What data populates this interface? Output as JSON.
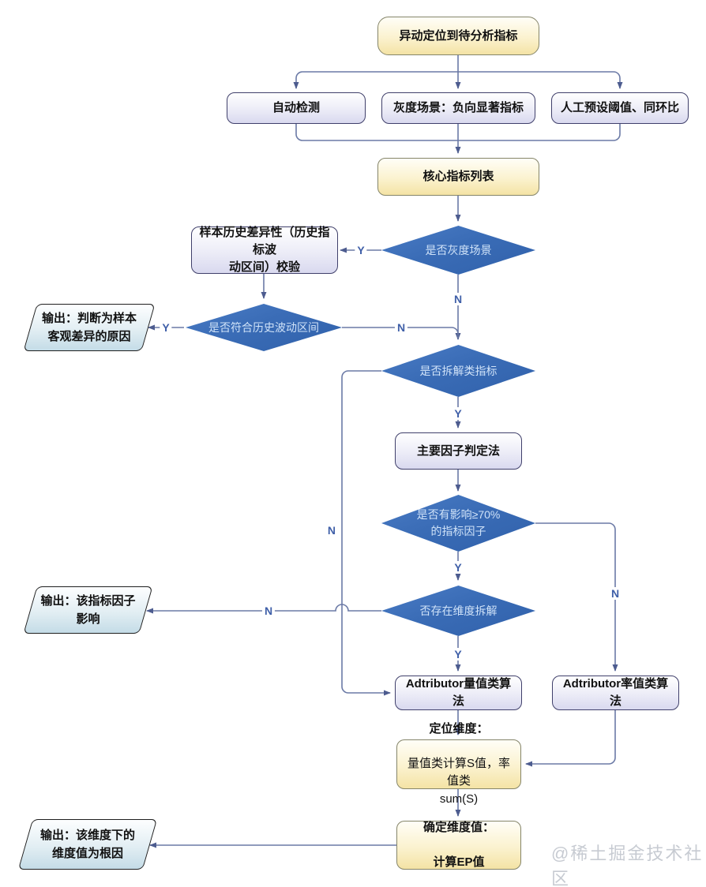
{
  "watermark": "@稀土掘金技术社区",
  "branch": {
    "yes": "Y",
    "no": "N"
  },
  "colors": {
    "diamond_fill": "#3a6cb6",
    "diamond_text": "#cfe2f8",
    "line": "#6b7aa6",
    "arrowhead": "#4d5c8f",
    "yellow_box_fill": "#f4e3a5",
    "yellow_box_border": "#85856a",
    "lavender_box_fill": "#d9d9ef",
    "lavender_box_border": "#40406b",
    "parallelogram_fill": "#c4dce7",
    "branch_label": "#3f5fa8"
  },
  "nodes": {
    "start": {
      "label": "异动定位到待分析指标"
    },
    "auto_detect": {
      "label": "自动检测"
    },
    "gray_scene": {
      "label": "灰度场景：负向显著指标"
    },
    "manual_threshold": {
      "label": "人工预设阈值、同环比"
    },
    "core_metrics": {
      "label": "核心指标列表"
    },
    "is_gray_scene": {
      "label": "是否灰度场景"
    },
    "sample_history_check": {
      "label": "样本历史差异性（历史指标波\n动区间）校验"
    },
    "output_sample_diff": {
      "label": "输出：判断为样本\n客观差异的原因"
    },
    "in_history_range": {
      "label": "是否符合历史波动区间"
    },
    "is_decomposable": {
      "label": "是否拆解类指标"
    },
    "main_factor_method": {
      "label": "主要因子判定法"
    },
    "impact_ge_70": {
      "label": "是否有影响≥70%\n的指标因子"
    },
    "has_dimension_split": {
      "label": "否存在维度拆解"
    },
    "output_factor_impact": {
      "label": "输出：该指标因子\n影响"
    },
    "adtributor_volume": {
      "label": "Adtributor量值类算法"
    },
    "adtributor_rate": {
      "label": "Adtributor率值类算法"
    },
    "locate_dimension": {
      "title": "定位维度：",
      "body": "量值类计算S值，率值类\nsum(S)"
    },
    "confirm_dimension_value": {
      "title": "确定维度值：",
      "body": "计算EP值"
    },
    "output_root_cause": {
      "label": "输出：该维度下的\n维度值为根因"
    }
  }
}
